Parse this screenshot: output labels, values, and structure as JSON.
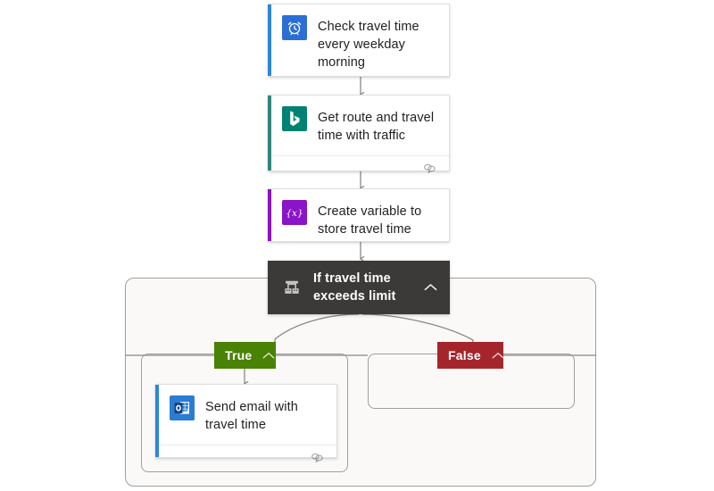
{
  "flow": {
    "name": "travel-time-flow",
    "steps": [
      {
        "id": "trigger-recurrence",
        "title": "Check travel time every weekday morning",
        "icon": "alarm-clock-icon",
        "icon_bg": "#2b6fd6",
        "accent": "#2b88d8",
        "has_footer": false
      },
      {
        "id": "bing-maps-route",
        "title": "Get route and travel time with traffic",
        "icon": "bing-maps-icon",
        "icon_bg": "#008272",
        "accent": "#31857a",
        "has_footer": true,
        "footer_icon": "link-comment-icon"
      },
      {
        "id": "initialize-variable",
        "title": "Create variable to store travel time",
        "icon": "variable-braces-icon",
        "icon_bg": "#8a14c7",
        "accent": "#8a14c7",
        "has_footer": false
      }
    ],
    "condition": {
      "id": "condition-control",
      "title": "If travel time exceeds limit",
      "icon": "condition-branch-icon",
      "background": "#3b3a39",
      "chevron": "chevron-up-icon"
    },
    "branches": [
      {
        "id": "branch-true",
        "label": "True",
        "color": "#498205",
        "chevron": "chevron-up-icon",
        "empty": false,
        "action": {
          "id": "send-email",
          "title": "Send email with travel time",
          "icon": "outlook-icon",
          "icon_bg": "#2b7cd3",
          "accent": "#2b88d8",
          "has_footer": true,
          "footer_icon": "link-comment-icon"
        }
      },
      {
        "id": "branch-false",
        "label": "False",
        "color": "#a4262c",
        "chevron": "chevron-up-icon",
        "empty": true,
        "action": null
      }
    ],
    "colors": {
      "canvas_bg": "#ffffff",
      "scope_bg": "#faf9f8",
      "scope_border": "#a19f9d",
      "card_bg": "#ffffff",
      "card_border": "#e1dfdd",
      "connector": "#8a8886",
      "title_text": "#201f1e"
    }
  }
}
